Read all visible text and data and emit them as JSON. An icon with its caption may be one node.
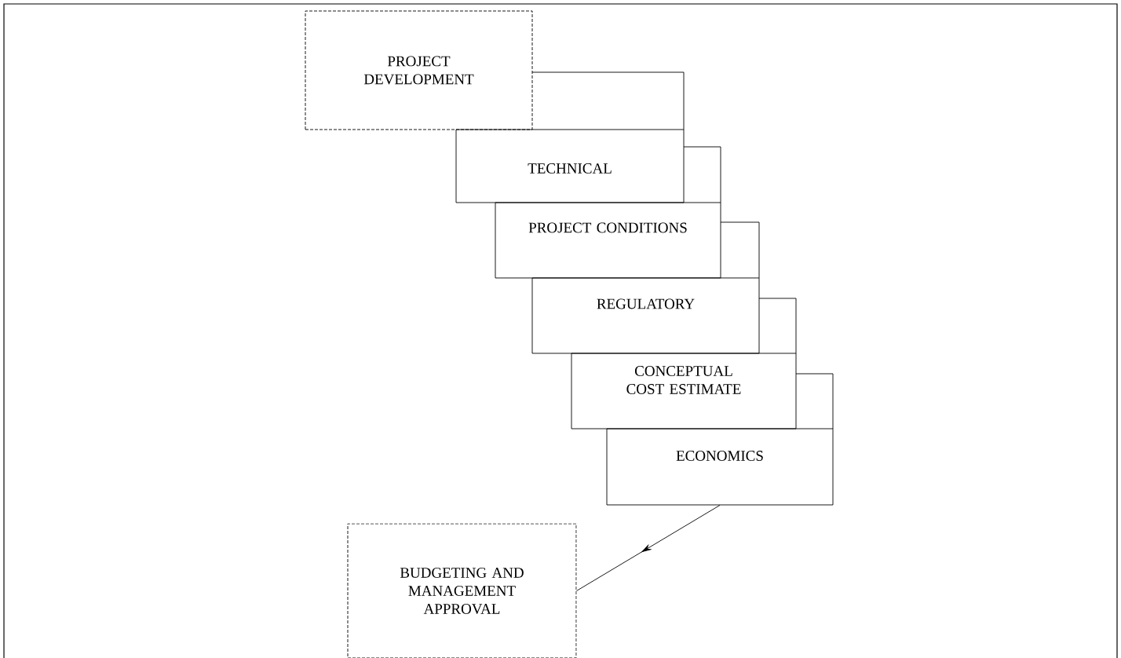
{
  "diagram": {
    "nodes": [
      {
        "text": [
          "PROJECT DEVELOPMENT"
        ]
      },
      {
        "text": [
          "TECHNICAL"
        ]
      },
      {
        "text": [
          "PROJECT CONDITIONS"
        ]
      },
      {
        "text": [
          "REGULATORY"
        ]
      },
      {
        "text": [
          "CONCEPTUAL COST ESTIMATE"
        ]
      },
      {
        "text": [
          "ECONOMICS"
        ]
      },
      {
        "text": [
          "BUDGETING AND MANAGEMENT APPROVAL"
        ]
      }
    ],
    "edges": [
      {
        "from": 5,
        "to": 6,
        "arrow": "to"
      }
    ]
  }
}
